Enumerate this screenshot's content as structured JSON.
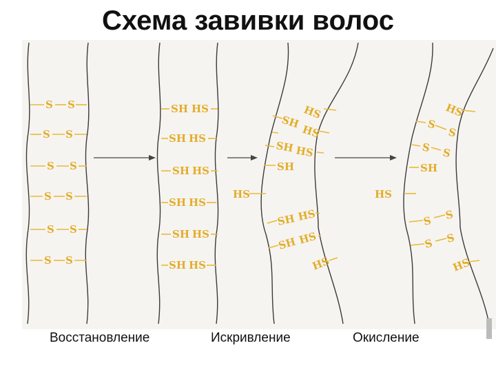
{
  "title": "Схема завивки волос",
  "labels": {
    "stage1": "Восстановление",
    "stage2": "Искривление",
    "stage3": "Окисление"
  },
  "chem": {
    "s": "S",
    "sh": "SH",
    "hs": "HS"
  },
  "colors": {
    "chemical": "#e3ad2a",
    "strand": "#3a3a3a",
    "panel": "#f6f4f0"
  }
}
